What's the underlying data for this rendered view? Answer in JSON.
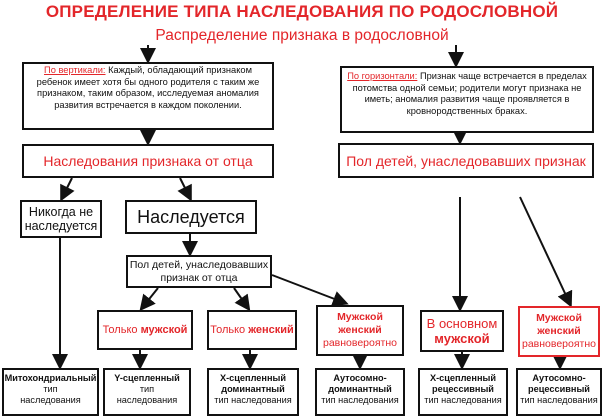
{
  "title": "ОПРЕДЕЛЕНИЕ ТИПА НАСЛЕДОВАНИЯ ПО РОДОСЛОВНОЙ",
  "subtitle": "Распределение признака в родословной",
  "vertical": {
    "label": "По вертикали:",
    "text": "Каждый, обладающий признаком ребенок имеет хотя бы одного родителя с таким же признаком, таким образом, исследуемая аномалия развития встречается в каждом поколении."
  },
  "horizontal": {
    "label": "По горизонтали:",
    "text": "Признак чаще встречается в пределах потомства одной семьи; родители могут признака не иметь; аномалия развития чаще проявляется в кровнородственных браках."
  },
  "father": "Наследования признака от отца",
  "children_sex": "Пол детей, унаследовавших признак",
  "never": "Никогда не наследуется",
  "inherited": "Наследуется",
  "children_sex_father": "Пол детей, унаследовавших признак от отца",
  "only_male": {
    "prefix": "Только ",
    "bold": "мужской"
  },
  "only_female": {
    "prefix": "Только ",
    "bold": "женский"
  },
  "male_female_1": {
    "line1": "Мужской",
    "line2": "женский",
    "line3": "равновероятно"
  },
  "mostly_male": {
    "line1": "В основном",
    "line2": "мужской"
  },
  "male_female_2": {
    "line1": "Мужской",
    "line2": "женский",
    "line3": "равновероятно"
  },
  "results": [
    {
      "name": "Митохондриальный",
      "line2": "тип",
      "line3": "наследования"
    },
    {
      "name": "Y-сцепленный",
      "line2": "тип",
      "line3": "наследования"
    },
    {
      "name": "Х-сцепленный",
      "line2": "доминантный",
      "line3": "тип наследования"
    },
    {
      "name": "Аутосомно-",
      "line2": "доминантный",
      "line3": "тип наследования"
    },
    {
      "name": "Х-сцепленный",
      "line2": "рецессивный",
      "line3": "тип наследования"
    },
    {
      "name": "Аутосомно-",
      "line2": "рецессивный",
      "line3": "тип наследования"
    }
  ],
  "colors": {
    "accent": "#e3262a",
    "line": "#111111"
  }
}
